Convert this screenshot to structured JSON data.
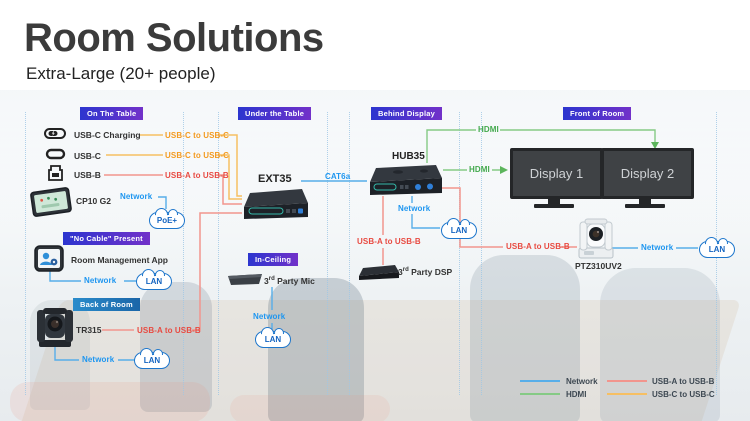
{
  "header": {
    "title": "Room Solutions",
    "subtitle": "Extra-Large (20+ people)"
  },
  "sections": {
    "on_the_table": "On The Table",
    "under_the_table": "Under the Table",
    "behind_display": "Behind Display",
    "front_of_room": "Front of Room",
    "no_cable_present": "\"No Cable\" Present",
    "in_ceiling": "In-Ceiling",
    "back_of_room": "Back of Room"
  },
  "devices": {
    "usb_c_charging": "USB-C Charging",
    "usb_c": "USB-C",
    "usb_b": "USB-B",
    "cp10": "CP10 G2",
    "room_app": "Room Management App",
    "tr315": "TR315",
    "ext35": "EXT35",
    "hub35": "HUB35",
    "mic": {
      "prefix": "3",
      "sup": "rd",
      "rest": " Party Mic"
    },
    "dsp": {
      "prefix": "3",
      "sup": "rd",
      "rest": " Party DSP"
    },
    "display1": "Display 1",
    "display2": "Display 2",
    "ptz": "PTZ310UV2"
  },
  "labels": {
    "usb_c_to_usb_c": "USB-C to USB-C",
    "usb_a_to_usb_b": "USB-A to USB-B",
    "network": "Network",
    "hdmi": "HDMI",
    "cat6a": "CAT6a",
    "lan": "LAN",
    "poe": "PoE+"
  },
  "legend": {
    "items": [
      {
        "label": "Network",
        "color": "#57aee9"
      },
      {
        "label": "HDMI",
        "color": "#85ca85"
      },
      {
        "label": "USB-A to USB-B",
        "color": "#f2958d"
      },
      {
        "label": "USB-C to USB-C",
        "color": "#f6bf63"
      }
    ]
  },
  "colors": {
    "network_line": "#57aee9",
    "hdmi_line": "#85ca85",
    "usb_ab_line": "#f2958d",
    "usb_cc_line": "#f6bf63",
    "badge_gradient_start": "#2c35cf",
    "badge_gradient_end": "#7231c9",
    "back_of_room_badge": "#1f86c9",
    "cloud_border": "#1d76cc",
    "title_text": "#3b3b3b"
  }
}
